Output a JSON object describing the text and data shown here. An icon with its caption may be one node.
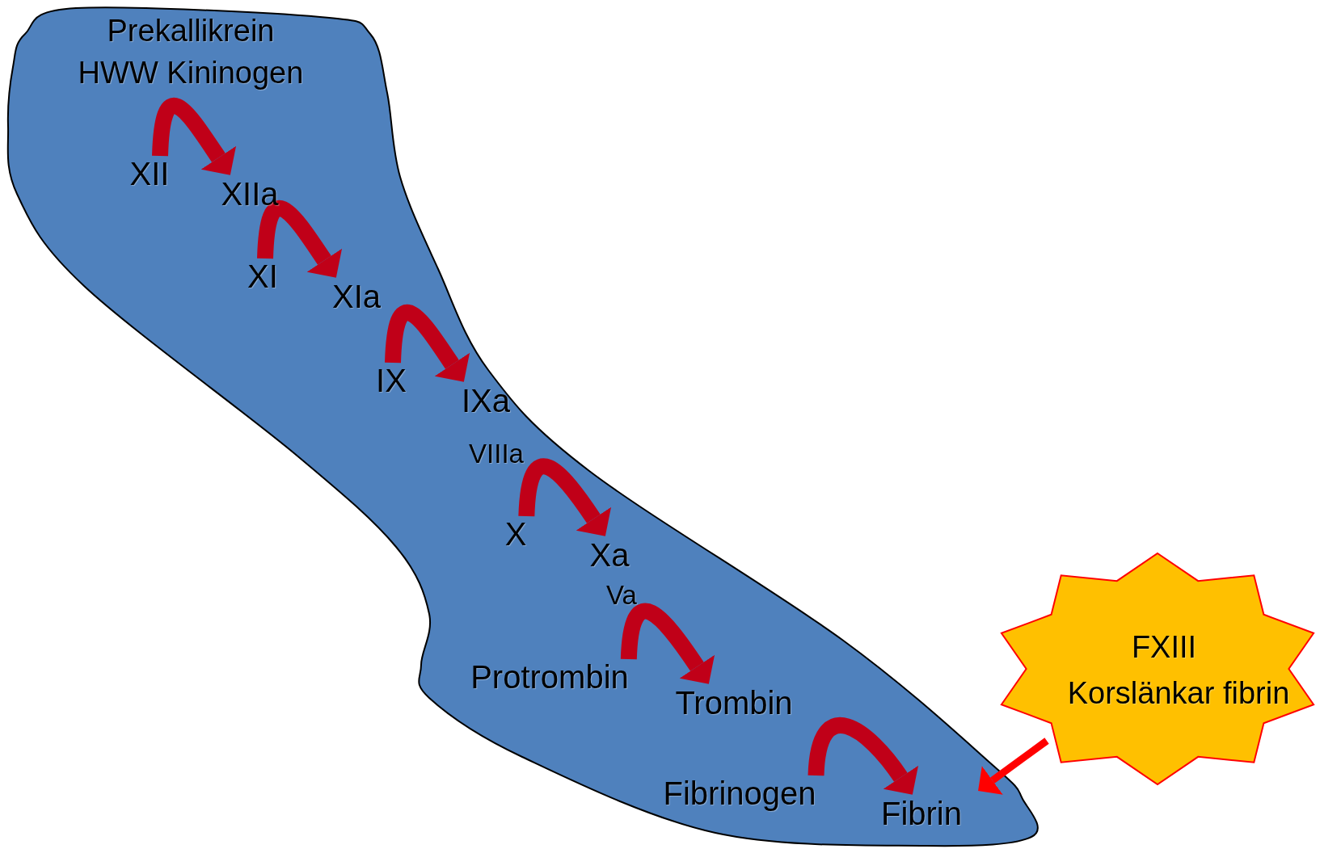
{
  "diagram": {
    "nodes": [
      {
        "text": [
          "Prekallikrein",
          "HWW Kininogen"
        ]
      },
      {
        "text": [
          "XII"
        ],
        "in": 0
      },
      {
        "text": [
          "XIIa"
        ],
        "in": 0
      },
      {
        "text": [
          "XI"
        ],
        "in": 0
      },
      {
        "text": [
          "XIa"
        ],
        "in": 0
      },
      {
        "text": [
          "IX"
        ],
        "in": 0
      },
      {
        "text": [
          "IXa"
        ],
        "in": 0
      },
      {
        "text": [
          "X"
        ],
        "in": 0
      },
      {
        "text": [
          "Xa"
        ],
        "in": 0
      },
      {
        "text": [
          "Protrombin"
        ],
        "in": 0
      },
      {
        "text": [
          "Trombin"
        ],
        "in": 0
      },
      {
        "text": [
          "Fibrinogen"
        ],
        "in": 0
      },
      {
        "text": [
          "Fibrin"
        ],
        "in": 0
      },
      {
        "text": [
          "FXIII",
          "Korslänkar fibrin"
        ]
      }
    ],
    "edges": [
      {
        "from": 1,
        "to": 2,
        "arrow": "to"
      },
      {
        "from": 3,
        "to": 4,
        "arrow": "to"
      },
      {
        "from": 5,
        "to": 6,
        "arrow": "to"
      },
      {
        "from": 7,
        "to": 8,
        "arrow": "to"
      },
      {
        "from": 9,
        "to": 10,
        "arrow": "to"
      },
      {
        "from": 11,
        "to": 12,
        "arrow": "to"
      },
      {
        "from": 13,
        "to": 12,
        "arrow": "to",
        "color": "#ff0000"
      }
    ],
    "labels": [
      "VIIIa",
      "Va"
    ]
  }
}
